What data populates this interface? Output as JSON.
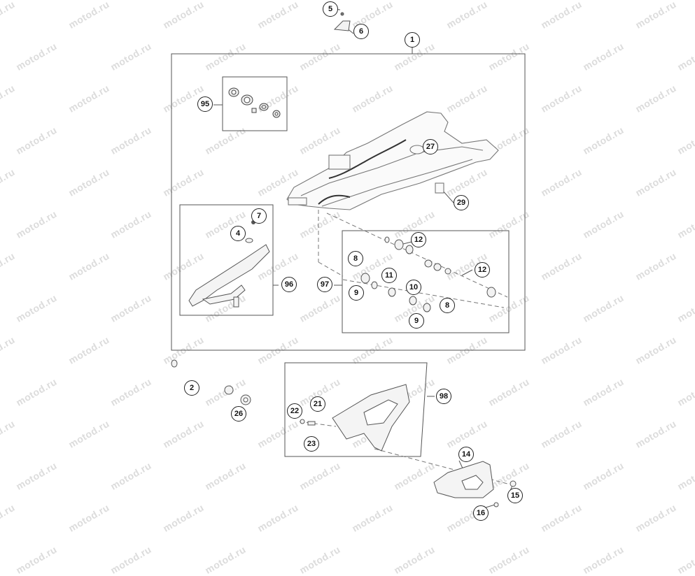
{
  "watermark": {
    "text": "motod.ru"
  },
  "callouts": [
    {
      "id": "c5",
      "label": "5"
    },
    {
      "id": "c6",
      "label": "6"
    },
    {
      "id": "c1",
      "label": "1"
    },
    {
      "id": "c95",
      "label": "95"
    },
    {
      "id": "c27",
      "label": "27"
    },
    {
      "id": "c29",
      "label": "29"
    },
    {
      "id": "c7",
      "label": "7"
    },
    {
      "id": "c4",
      "label": "4"
    },
    {
      "id": "c96",
      "label": "96"
    },
    {
      "id": "c12a",
      "label": "12"
    },
    {
      "id": "c8a",
      "label": "8"
    },
    {
      "id": "c12b",
      "label": "12"
    },
    {
      "id": "c97",
      "label": "97"
    },
    {
      "id": "c11",
      "label": "11"
    },
    {
      "id": "c9a",
      "label": "9"
    },
    {
      "id": "c10",
      "label": "10"
    },
    {
      "id": "c8b",
      "label": "8"
    },
    {
      "id": "c9b",
      "label": "9"
    },
    {
      "id": "c2",
      "label": "2"
    },
    {
      "id": "c26",
      "label": "26"
    },
    {
      "id": "c98",
      "label": "98"
    },
    {
      "id": "c21",
      "label": "21"
    },
    {
      "id": "c22",
      "label": "22"
    },
    {
      "id": "c23",
      "label": "23"
    },
    {
      "id": "c14",
      "label": "14"
    },
    {
      "id": "c15",
      "label": "15"
    },
    {
      "id": "c16",
      "label": "16"
    }
  ]
}
